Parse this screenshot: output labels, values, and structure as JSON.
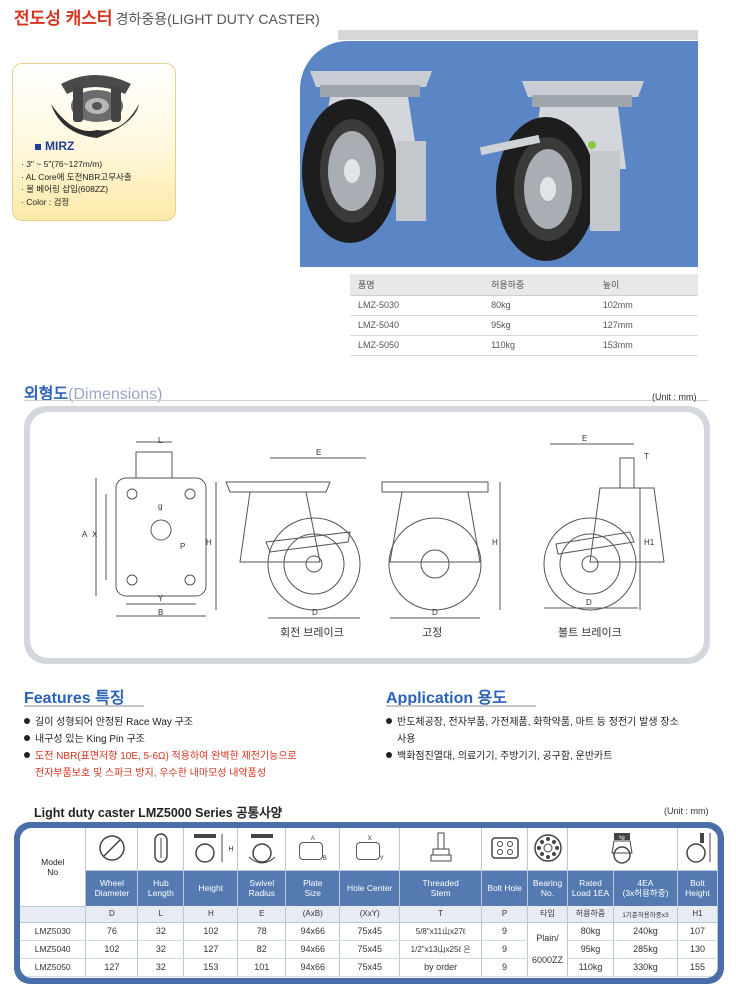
{
  "header": {
    "title": "전도성 캐스터",
    "subtitle": "경하중용(LIGHT DUTY CASTER)"
  },
  "product": {
    "model": "MIRZ",
    "specs": [
      "3\" ~ 5\"(76~127m/m)",
      "AL Core에 도전NBR고무사출",
      "볼 베어링 삽입(608ZZ)",
      "Color : 검정"
    ]
  },
  "model_table": {
    "headers": [
      "품명",
      "허용하중",
      "높이"
    ],
    "rows": [
      [
        "LMZ-5030",
        "80kg",
        "102mm"
      ],
      [
        "LMZ-5040",
        "95kg",
        "127mm"
      ],
      [
        "LMZ-5050",
        "110kg",
        "153mm"
      ]
    ]
  },
  "dimensions": {
    "title": "외형도",
    "title_en": "(Dimensions)",
    "unit": "(Unit : mm)",
    "labels": {
      "L": "L",
      "A": "A",
      "X": "X",
      "g": "g",
      "P": "P",
      "Y": "Y",
      "B": "B",
      "E": "E",
      "H": "H",
      "D": "D",
      "T": "T",
      "H1": "H1"
    },
    "captions": [
      "회전 브레이크",
      "고정",
      "볼트 브레이크"
    ]
  },
  "features": {
    "title": "Features 특징",
    "items": [
      {
        "text": "길이 성형되어 안정된 Race Way 구조",
        "highlight": false
      },
      {
        "text": "내구성 있는 King Pin 구조",
        "highlight": false
      },
      {
        "text": "도전 NBR(표면저항 10E, 5-6Ω) 적용하여 완벽한 제전기능으로",
        "cont": "전자부품보호 및 스파크 방지, 우수한 내마모성 내약품성",
        "highlight": true
      }
    ]
  },
  "application": {
    "title": "Application 용도",
    "items": [
      {
        "text": "반도체공장, 전자부품, 가전제품, 화학약품, 마트 등 정전기 발생 장소",
        "cont": "사용"
      },
      {
        "text": "백화점진열대, 의료기기, 주방기기, 공구함, 운반카트"
      }
    ]
  },
  "spec": {
    "title": "Light duty caster LMZ5000 Series 공통사양",
    "unit": "(Unit : mm)",
    "model_label": "Model\nNo",
    "headers": [
      "Wheel\nDiameter",
      "Hub\nLength",
      "Height",
      "Swivel\nRadius",
      "Plate\nSize",
      "Hole Center",
      "Threaded\nStem",
      "Bolt Hole",
      "Bearing\nNo.",
      "Rated\nLoad 1EA",
      "4EA\n(3x허용하중)",
      "Bolt\nHeight"
    ],
    "symbols": [
      "D",
      "L",
      "H",
      "E",
      "(AxB)",
      "(XxY)",
      "T",
      "P",
      "타입",
      "허용하중",
      "1기준허용하중x3",
      "H1"
    ],
    "rows": [
      [
        "LMZ5030",
        "76",
        "32",
        "102",
        "78",
        "94x66",
        "75x45",
        "5/8\"x11山x27ℓ",
        "9",
        "80kg",
        "240kg",
        "107"
      ],
      [
        "LMZ5040",
        "102",
        "32",
        "127",
        "82",
        "94x66",
        "75x45",
        "1/2\"x13山x25ℓ 은",
        "9",
        "95kg",
        "285kg",
        "130"
      ],
      [
        "LMZ5050",
        "127",
        "32",
        "153",
        "101",
        "94x66",
        "75x45",
        "by order",
        "9",
        "110kg",
        "330kg",
        "155"
      ]
    ],
    "bearing": "Plain/\n6000ZZ",
    "icon_labels": {
      "swivel_h": "H",
      "plate_a": "A",
      "plate_b": "B",
      "hole_x": "X",
      "hole_y": "Y",
      "rated_kg": "kg"
    }
  }
}
